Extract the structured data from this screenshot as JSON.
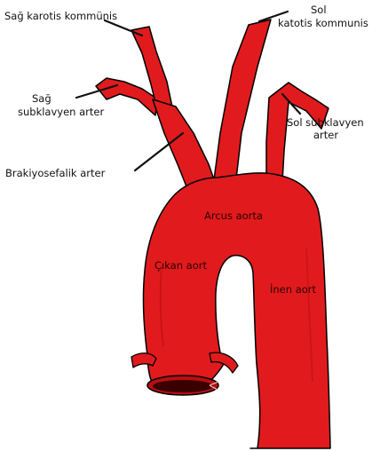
{
  "colors": {
    "vessel": "#e11b1d",
    "vessel_dark": "#b70f12",
    "outline": "#000000",
    "lumen": "#3a0000"
  },
  "labels": {
    "sag_karotis": "Sağ karotis kommünis",
    "sol_line1": "Sol",
    "sol_line2": "katotis kommunis",
    "sag_subklavyen_line1": "Sağ",
    "sag_subklavyen_line2": "subklavyen arter",
    "sol_subklavyen_line1": "Sol subklavyen",
    "sol_subklavyen_line2": "arter",
    "brakiyosefalik": "Brakiyosefalik arter",
    "arcus_aorta": "Arcus aorta",
    "cikan_aort": "Çıkan aort",
    "inen_aort": "İnen aort"
  }
}
